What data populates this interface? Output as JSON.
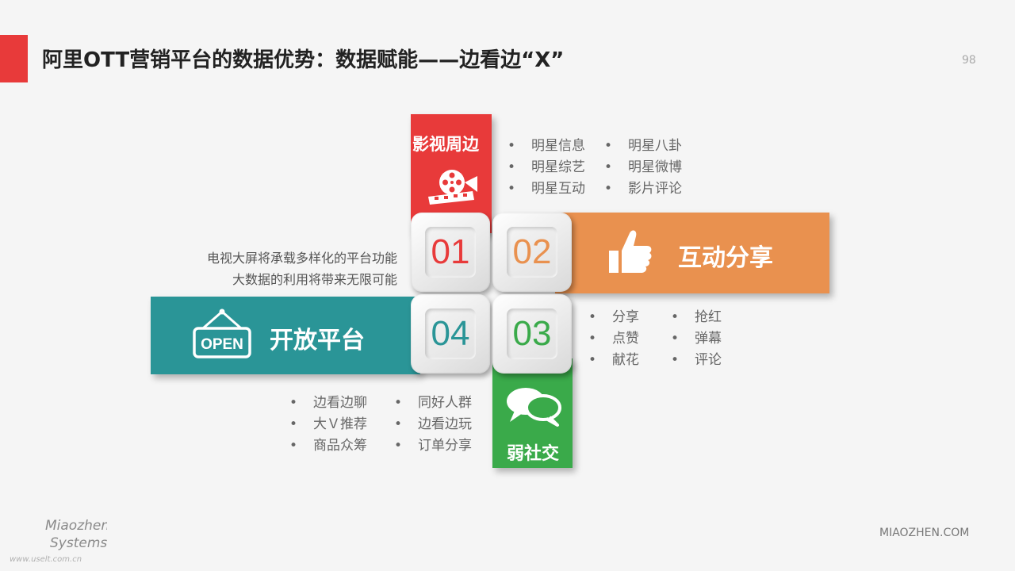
{
  "title": "阿里OTT营销平台的数据优势：数据赋能——边看边“X”",
  "page_number": "98",
  "colors": {
    "red": "#e83a3a",
    "orange": "#e9914f",
    "teal": "#2a9597",
    "green": "#3aaa4a"
  },
  "blocks": {
    "film": {
      "label": "影视周边",
      "number": "01",
      "icon": "film-reel-icon",
      "bullets_col1": [
        "明星信息",
        "明星综艺",
        "明星互动"
      ],
      "bullets_col2": [
        "明星八卦",
        "明星微博",
        "影片评论"
      ]
    },
    "share": {
      "label": "互动分享",
      "number": "02",
      "icon": "thumbs-up-icon",
      "bullets_col1": [
        "分享",
        "点赞",
        "献花"
      ],
      "bullets_col2": [
        "抢红",
        "弹幕",
        "评论"
      ]
    },
    "social": {
      "label": "弱社交",
      "number": "03",
      "icon": "chat-bubbles-icon"
    },
    "open": {
      "label": "开放平台",
      "number": "04",
      "icon": "open-sign-icon",
      "sign_text": "OPEN",
      "bullets_col1": [
        "边看边聊",
        "大Ｖ推荐",
        "商品众筹"
      ],
      "bullets_col2": [
        "同好人群",
        "边看边玩",
        "订单分享"
      ]
    }
  },
  "description": [
    "电视大屏将承载多样化的平台功能",
    "大数据的利用将带来无限可能"
  ],
  "footer": {
    "site": "MIAOZHEN.COM",
    "logo_line1": "Miaozhen",
    "logo_line2": "Systems",
    "watermark": "www.uselt.com.cn"
  }
}
